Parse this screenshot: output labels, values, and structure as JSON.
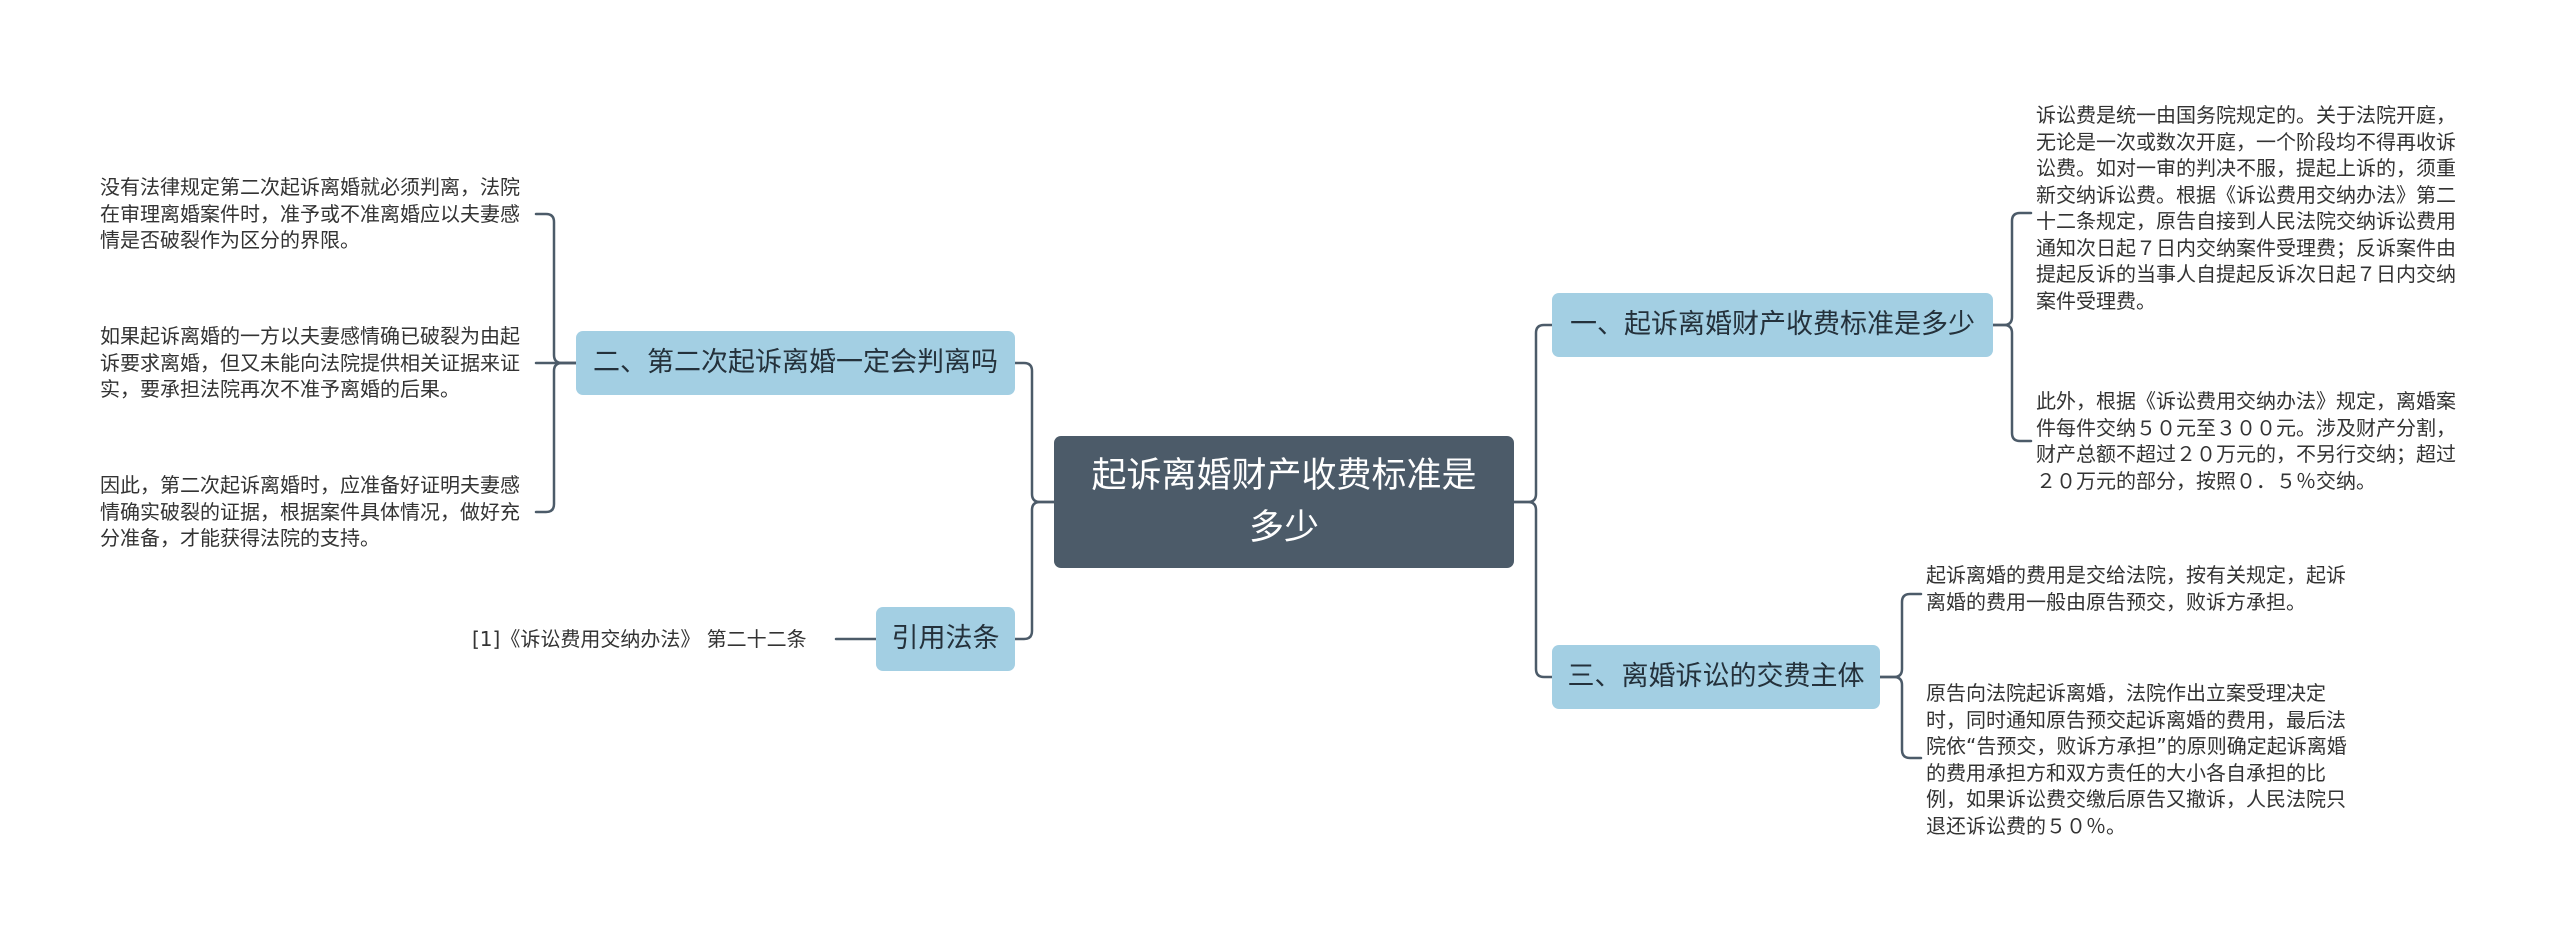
{
  "root": {
    "title": "起诉离婚财产收费标准是多少"
  },
  "branches": [
    {
      "label": "一、起诉离婚财产收费标准是多少",
      "leaves": [
        "诉讼费是统一由国务院规定的。关于法院开庭，无论是一次或数次开庭，一个阶段均不得再收诉讼费。如对一审的判决不服，提起上诉的，须重新交纳诉讼费。根据《诉讼费用交纳办法》第二十二条规定，原告自接到人民法院交纳诉讼费用通知次日起７日内交纳案件受理费；反诉案件由提起反诉的当事人自提起反诉次日起７日内交纳案件受理费。",
        "此外，根据《诉讼费用交纳办法》规定，离婚案件每件交纳５０元至３００元。涉及财产分割，财产总额不超过２０万元的，不另行交纳；超过２０万元的部分，按照０．５％交纳。"
      ]
    },
    {
      "label": "三、离婚诉讼的交费主体",
      "leaves": [
        "起诉离婚的费用是交给法院，按有关规定，起诉离婚的费用一般由原告预交，败诉方承担。",
        "原告向法院起诉离婚，法院作出立案受理决定时，同时通知原告预交起诉离婚的费用，最后法院依“告预交，败诉方承担”的原则确定起诉离婚的费用承担方和双方责任的大小各自承担的比例，如果诉讼费交缴后原告又撤诉，人民法院只退还诉讼费的５０％。"
      ]
    },
    {
      "label": "二、第二次起诉离婚一定会判离吗",
      "leaves": [
        "没有法律规定第二次起诉离婚就必须判离，法院在审理离婚案件时，准予或不准离婚应以夫妻感情是否破裂作为区分的界限。",
        "如果起诉离婚的一方以夫妻感情确已破裂为由起诉要求离婚，但又未能向法院提供相关证据来证实，要承担法院再次不准予离婚的后果。",
        "因此，第二次起诉离婚时，应准备好证明夫妻感情确实破裂的证据，根据案件具体情况，做好充分准备，才能获得法院的支持。"
      ]
    },
    {
      "label": "引用法条",
      "leaves": [
        "[1]《诉讼费用交纳办法》 第二十二条"
      ]
    }
  ]
}
